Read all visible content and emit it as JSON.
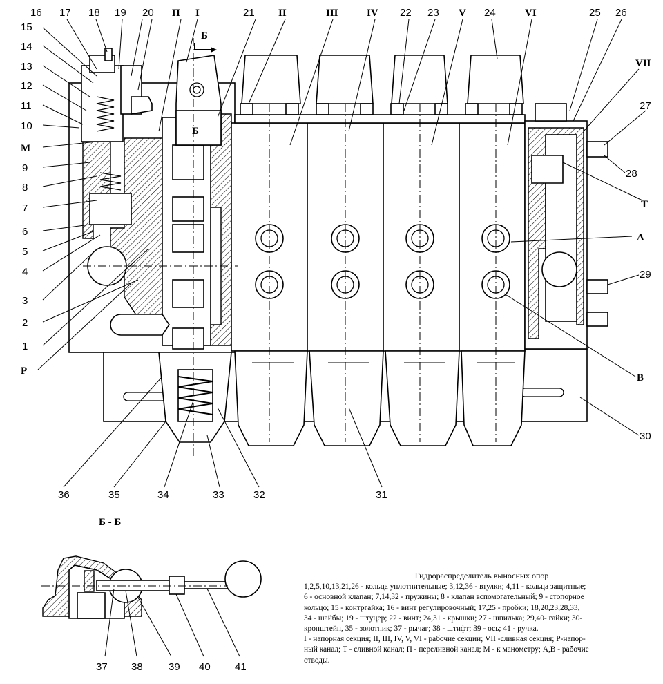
{
  "section_labels": {
    "sec_b": "Б",
    "b_center": "Б",
    "p_roman": "П",
    "i": "I",
    "ii": "II",
    "iii": "III",
    "iv": "IV",
    "v": "V",
    "vi": "VI",
    "vii": "VII",
    "m": "M",
    "t": "T",
    "a": "A",
    "b_out": "B",
    "p": "P",
    "section_view": "Б - Б"
  },
  "callouts": {
    "n1": "1",
    "n2": "2",
    "n3": "3",
    "n4": "4",
    "n5": "5",
    "n6": "6",
    "n7": "7",
    "n8": "8",
    "n9": "9",
    "n10": "10",
    "n11": "11",
    "n12": "12",
    "n13": "13",
    "n14": "14",
    "n15": "15",
    "n16": "16",
    "n17": "17",
    "n18": "18",
    "n19": "19",
    "n20": "20",
    "n21": "21",
    "n22": "22",
    "n23": "23",
    "n24": "24",
    "n25": "25",
    "n26": "26",
    "n27": "27",
    "n28": "28",
    "n29": "29",
    "n30": "30",
    "n31": "31",
    "n32": "32",
    "n33": "33",
    "n34": "34",
    "n35": "35",
    "n36": "36",
    "n37": "37",
    "n38": "38",
    "n39": "39",
    "n40": "40",
    "n41": "41"
  },
  "caption": {
    "title": "Гидрораспределитель выносных опор",
    "lines": [
      "1,2,5,10,13,21,26 - кольца уплотнительные; 3,12,36 - втулки; 4,11 - кольца защитные;",
      "6 - основной клапан; 7,14,32 - пружины; 8 - клапан вспомогательный; 9 - стопорное",
      "кольцо; 15 - контргайка; 16 - винт регулировочный;  17,25 - пробки;   18,20,23,28,33,",
      "34 - шайбы; 19 - штуцер; 22 - винт; 24,31 - крышки; 27 - шпилька; 29,40- гайки; 30-",
      "кронштейн, 35 - золотник; 37 - рычаг; 38 - штифт; 39 - ось; 41 - ручка.",
      "I - напорная секция; II, III, IV, V, VI - рабочие секции; VII -сливная секция; P-напор-",
      "ный канал; T - сливной канал; П - переливной канал; M - к манометру; A,B - рабочие",
      "отводы."
    ]
  }
}
